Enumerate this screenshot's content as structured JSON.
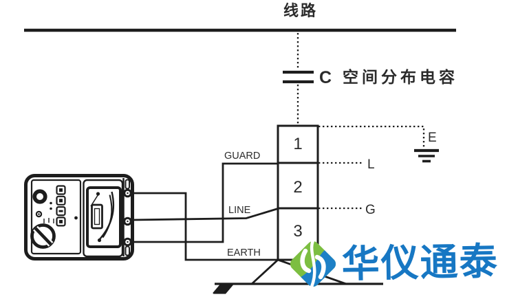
{
  "power_line": {
    "label": "线路"
  },
  "capacitor": {
    "symbol": "C",
    "description": "空间分布电容"
  },
  "junction_box": {
    "sections": [
      "1",
      "2",
      "3"
    ]
  },
  "terminals": {
    "earth": "E",
    "line": "L",
    "guard": "G"
  },
  "tester_leads": {
    "guard": "GUARD",
    "line": "LINE",
    "earth": "EARTH"
  },
  "watermark": {
    "brand": "华仪通泰"
  },
  "colors": {
    "ink": "#1d1d1d",
    "label": "#2b2b2b",
    "logo_green": "#7cbe41",
    "logo_blue": "#1d80c6",
    "brand_blue": "#1777c3",
    "background": "#ffffff"
  }
}
